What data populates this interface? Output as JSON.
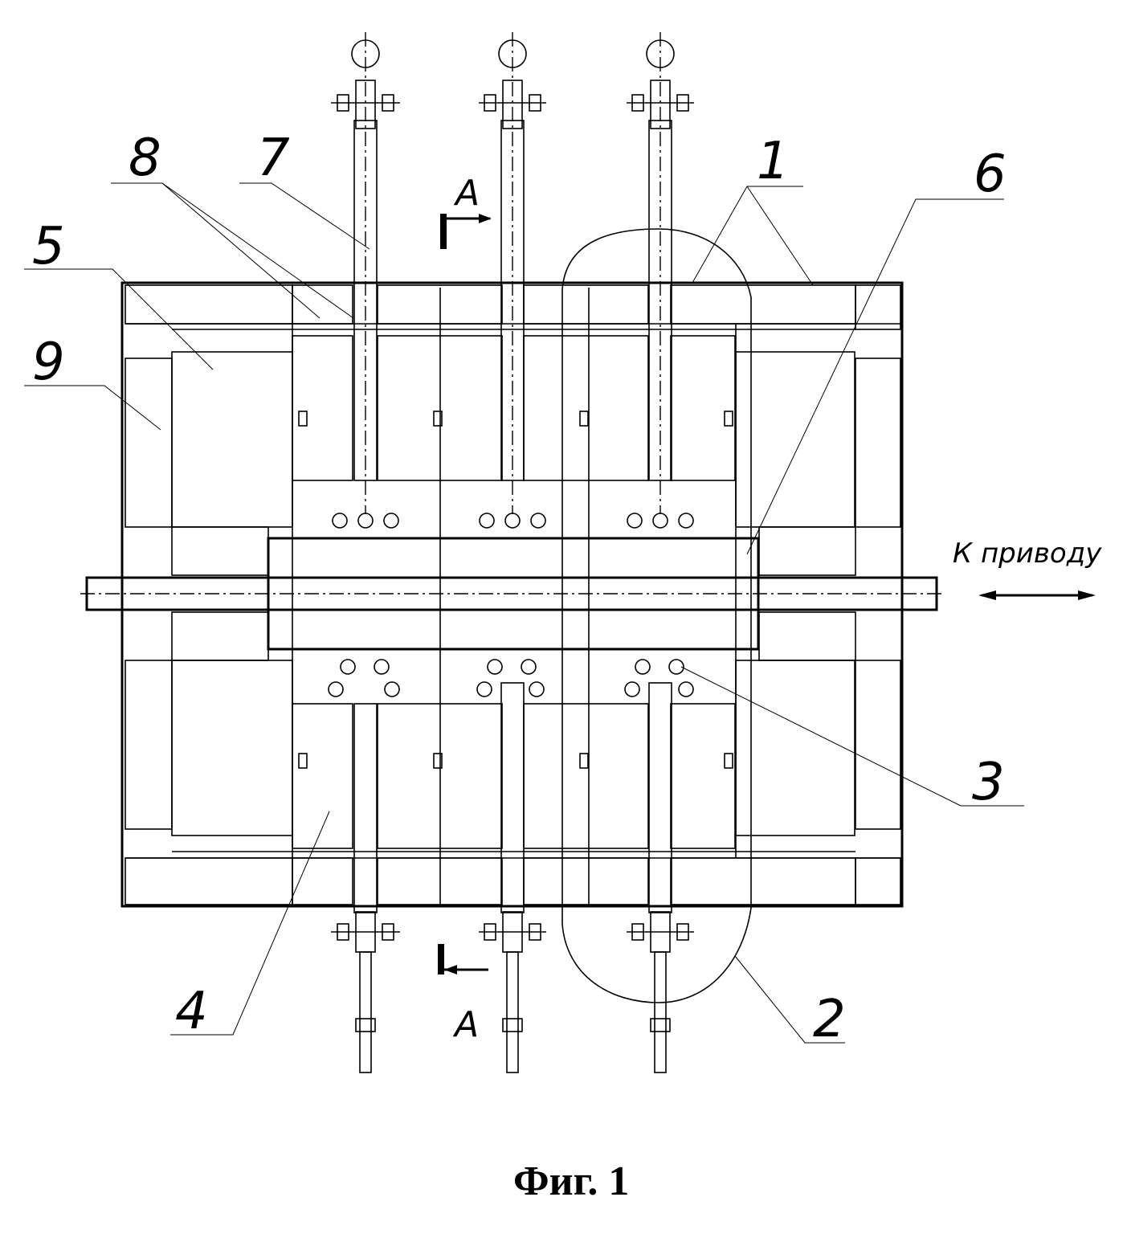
{
  "figure": {
    "caption": "Фиг. 1",
    "drive_label": "К приводу",
    "section_mark_top": "А",
    "section_mark_bottom": "А",
    "reference_numbers": {
      "n1": "1",
      "n2": "2",
      "n3": "3",
      "n4": "4",
      "n5": "5",
      "n6": "6",
      "n7": "7",
      "n8": "8",
      "n9": "9"
    },
    "colors": {
      "ink": "#000000",
      "paper": "#ffffff"
    }
  }
}
